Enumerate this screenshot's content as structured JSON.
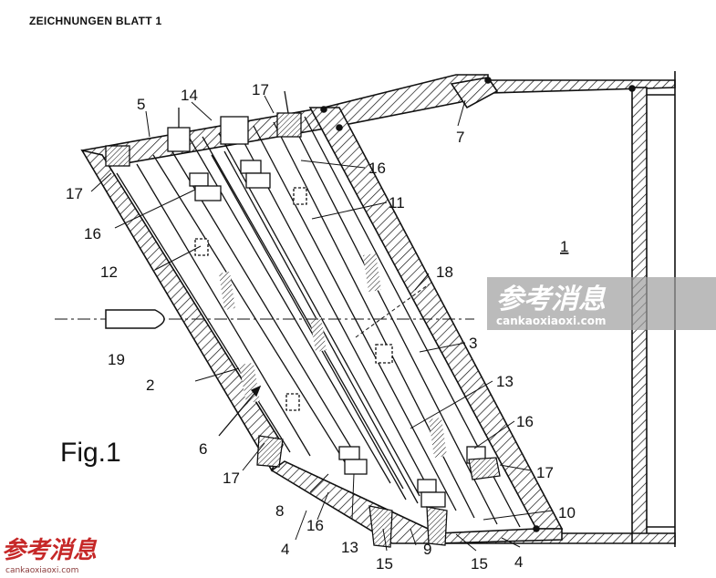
{
  "sheet_title": "ZEICHNUNGEN BLATT 1",
  "figure_label": "Fig.1",
  "labels": {
    "n1": "1",
    "n2": "2",
    "n3": "3",
    "n4a": "4",
    "n4b": "4",
    "n5": "5",
    "n6": "6",
    "n7": "7",
    "n8": "8",
    "n9": "9",
    "n10": "10",
    "n11": "11",
    "n12": "12",
    "n13a": "13",
    "n13b": "13",
    "n14": "14",
    "n15a": "15",
    "n15b": "15",
    "n16a": "16",
    "n16b": "16",
    "n16c": "16",
    "n16d": "16",
    "n17a": "17",
    "n17b": "17",
    "n17c": "17",
    "n17d": "17",
    "n18": "18",
    "n19": "19"
  },
  "watermark": {
    "brand_glyphs": "参考消息",
    "domain_main": "cankaoxiaoxi.com",
    "brand_glyphs_bottom": "参考消息",
    "domain_bottom": "cankaoxiaoxi.com"
  },
  "colors": {
    "ink": "#111111",
    "watermark_red": "#c62828",
    "watermark_band": "#9e9e9e"
  }
}
